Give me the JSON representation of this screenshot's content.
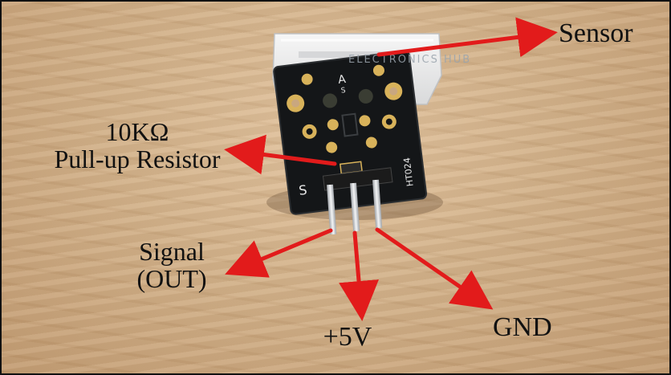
{
  "image": {
    "description_free_labels": true
  },
  "watermark": {
    "text": "ELECTRONICS HUB"
  },
  "board": {
    "silkscreen_a": "A",
    "silkscreen_s_top": "S",
    "silkscreen_s_left": "S",
    "silkscreen_model": "HT024"
  },
  "labels": {
    "sensor": "Sensor",
    "resistor_value": "10KΩ",
    "resistor_name": "Pull-up Resistor",
    "signal_line1": "Signal",
    "signal_line2": "(OUT)",
    "plus5v": "+5V",
    "gnd": "GND"
  },
  "colors": {
    "arrow": "#e21b1b",
    "board": "#141618",
    "pad": "#d8b25a",
    "pin": "#d9dbde",
    "wood": "#d2b189"
  }
}
